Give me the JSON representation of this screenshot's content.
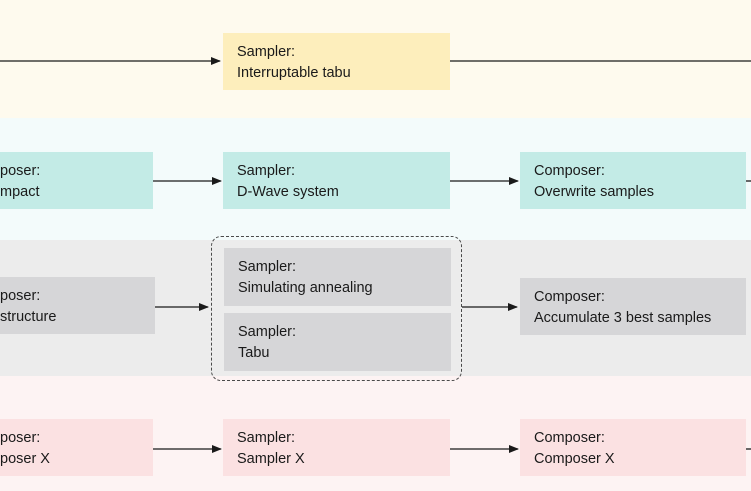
{
  "rows": [
    {
      "band_color": "#fefaee",
      "boxes": [
        {
          "title": "Sampler:",
          "detail": "Interruptable tabu",
          "style": "yellow"
        }
      ]
    },
    {
      "band_color": "#f3fbfb",
      "boxes": [
        {
          "title": "poser:",
          "detail": "mpact",
          "style": "teal"
        },
        {
          "title": "Sampler:",
          "detail": "D-Wave system",
          "style": "teal"
        },
        {
          "title": "Composer:",
          "detail": "Overwrite samples",
          "style": "teal"
        }
      ]
    },
    {
      "band_color": "#ececec",
      "boxes": [
        {
          "title": "poser:",
          "detail": "structure",
          "style": "gray"
        },
        {
          "title": "Sampler:",
          "detail": "Simulating annealing",
          "style": "gray"
        },
        {
          "title": "Sampler:",
          "detail": "Tabu",
          "style": "gray"
        },
        {
          "title": "Composer:",
          "detail": "Accumulate 3 best samples",
          "style": "gray"
        }
      ]
    },
    {
      "band_color": "#fdf3f3",
      "boxes": [
        {
          "title": "poser:",
          "detail": "poser X",
          "style": "pink"
        },
        {
          "title": "Sampler:",
          "detail": "Sampler X",
          "style": "pink"
        },
        {
          "title": "Composer:",
          "detail": "Composer X",
          "style": "pink"
        }
      ]
    }
  ],
  "colors": {
    "arrow": "#1a1a1a",
    "yellow_box": "#fdeebc",
    "teal_box": "#c3ebe6",
    "gray_box": "#d6d6d8",
    "pink_box": "#fbe1e2"
  }
}
